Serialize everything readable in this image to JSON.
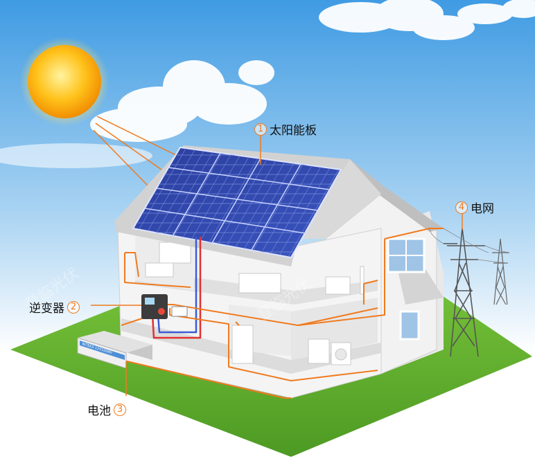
{
  "labels": {
    "solar_panel": {
      "num": "1",
      "text": "太阳能板"
    },
    "inverter": {
      "num": "2",
      "text": "逆变器"
    },
    "battery": {
      "num": "3",
      "text": "电池"
    },
    "grid": {
      "num": "4",
      "text": "电网"
    }
  },
  "battery_brand": "NITEES 12V100Ah",
  "watermark": "登临光伏",
  "colors": {
    "wire": "#f07a1e",
    "sky_top": "#3f9be3",
    "grass": "#5fae2e",
    "panel": "#2a3f9e"
  }
}
